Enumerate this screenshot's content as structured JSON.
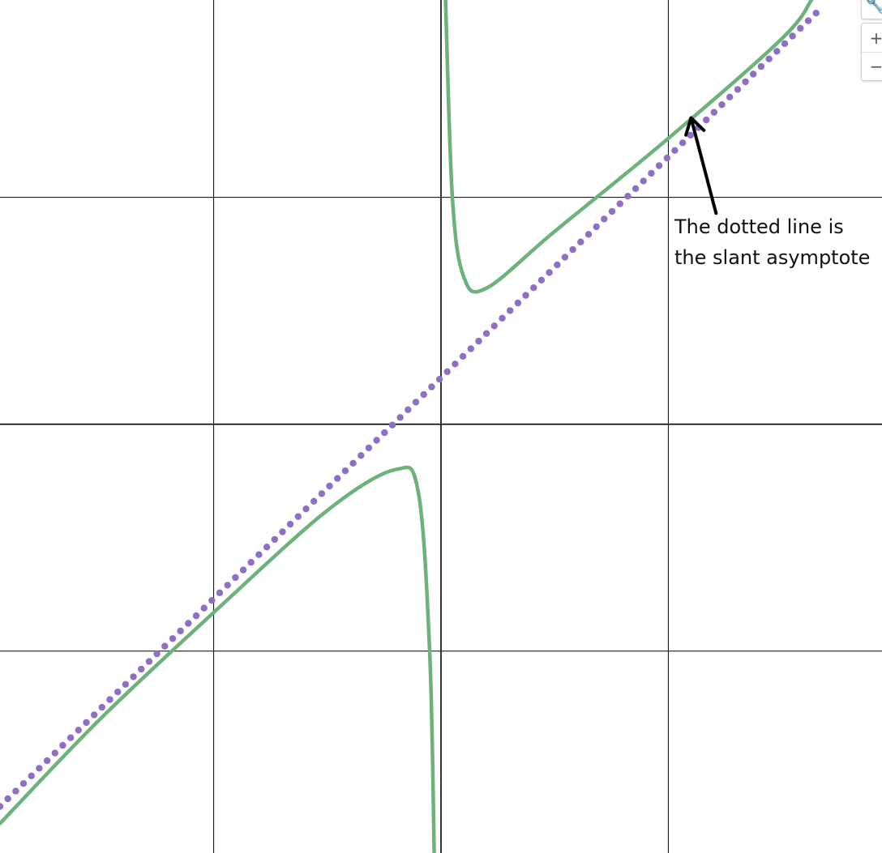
{
  "chart_data": {
    "type": "line",
    "title": "",
    "xlabel": "",
    "ylabel": "",
    "xlim": [
      -1.94,
      1.94
    ],
    "ylim": [
      -1.89,
      1.87
    ],
    "grid": true,
    "grid_step": 1,
    "show_tick_labels": false,
    "series": [
      {
        "style": "solid",
        "color": "#6cb27a",
        "vertical_asymptote_x": -0.011,
        "branches": [
          {
            "points": [
              [
                -1.94,
                -1.76
              ],
              [
                -1.5,
                -1.3
              ],
              [
                -1.0,
                -0.83
              ],
              [
                -0.5,
                -0.38
              ],
              [
                -0.2,
                -0.2
              ],
              [
                -0.1,
                -0.3
              ],
              [
                -0.05,
                -1.0
              ],
              [
                -0.03,
                -1.89
              ]
            ]
          },
          {
            "points": [
              [
                0.02,
                1.87
              ],
              [
                0.05,
                1.0
              ],
              [
                0.1,
                0.65
              ],
              [
                0.2,
                0.6
              ],
              [
                0.5,
                0.85
              ],
              [
                1.0,
                1.26
              ],
              [
                1.5,
                1.7
              ],
              [
                1.63,
                1.87
              ]
            ]
          }
        ]
      },
      {
        "style": "dotted",
        "color": "#8e6fc4",
        "slope": 0.974,
        "intercept": 0.205,
        "x_range": [
          -1.94,
          1.65
        ]
      }
    ],
    "annotations": [
      {
        "text_lines": [
          "The dotted line is",
          "the slant asymptote"
        ],
        "arrow_target": [
          1.1,
          1.35
        ],
        "arrow_tail": [
          1.21,
          0.93
        ]
      }
    ]
  },
  "controls": {
    "wrench_icon": "wrench-icon",
    "zoom_in_label": "+",
    "zoom_out_label": "−"
  }
}
